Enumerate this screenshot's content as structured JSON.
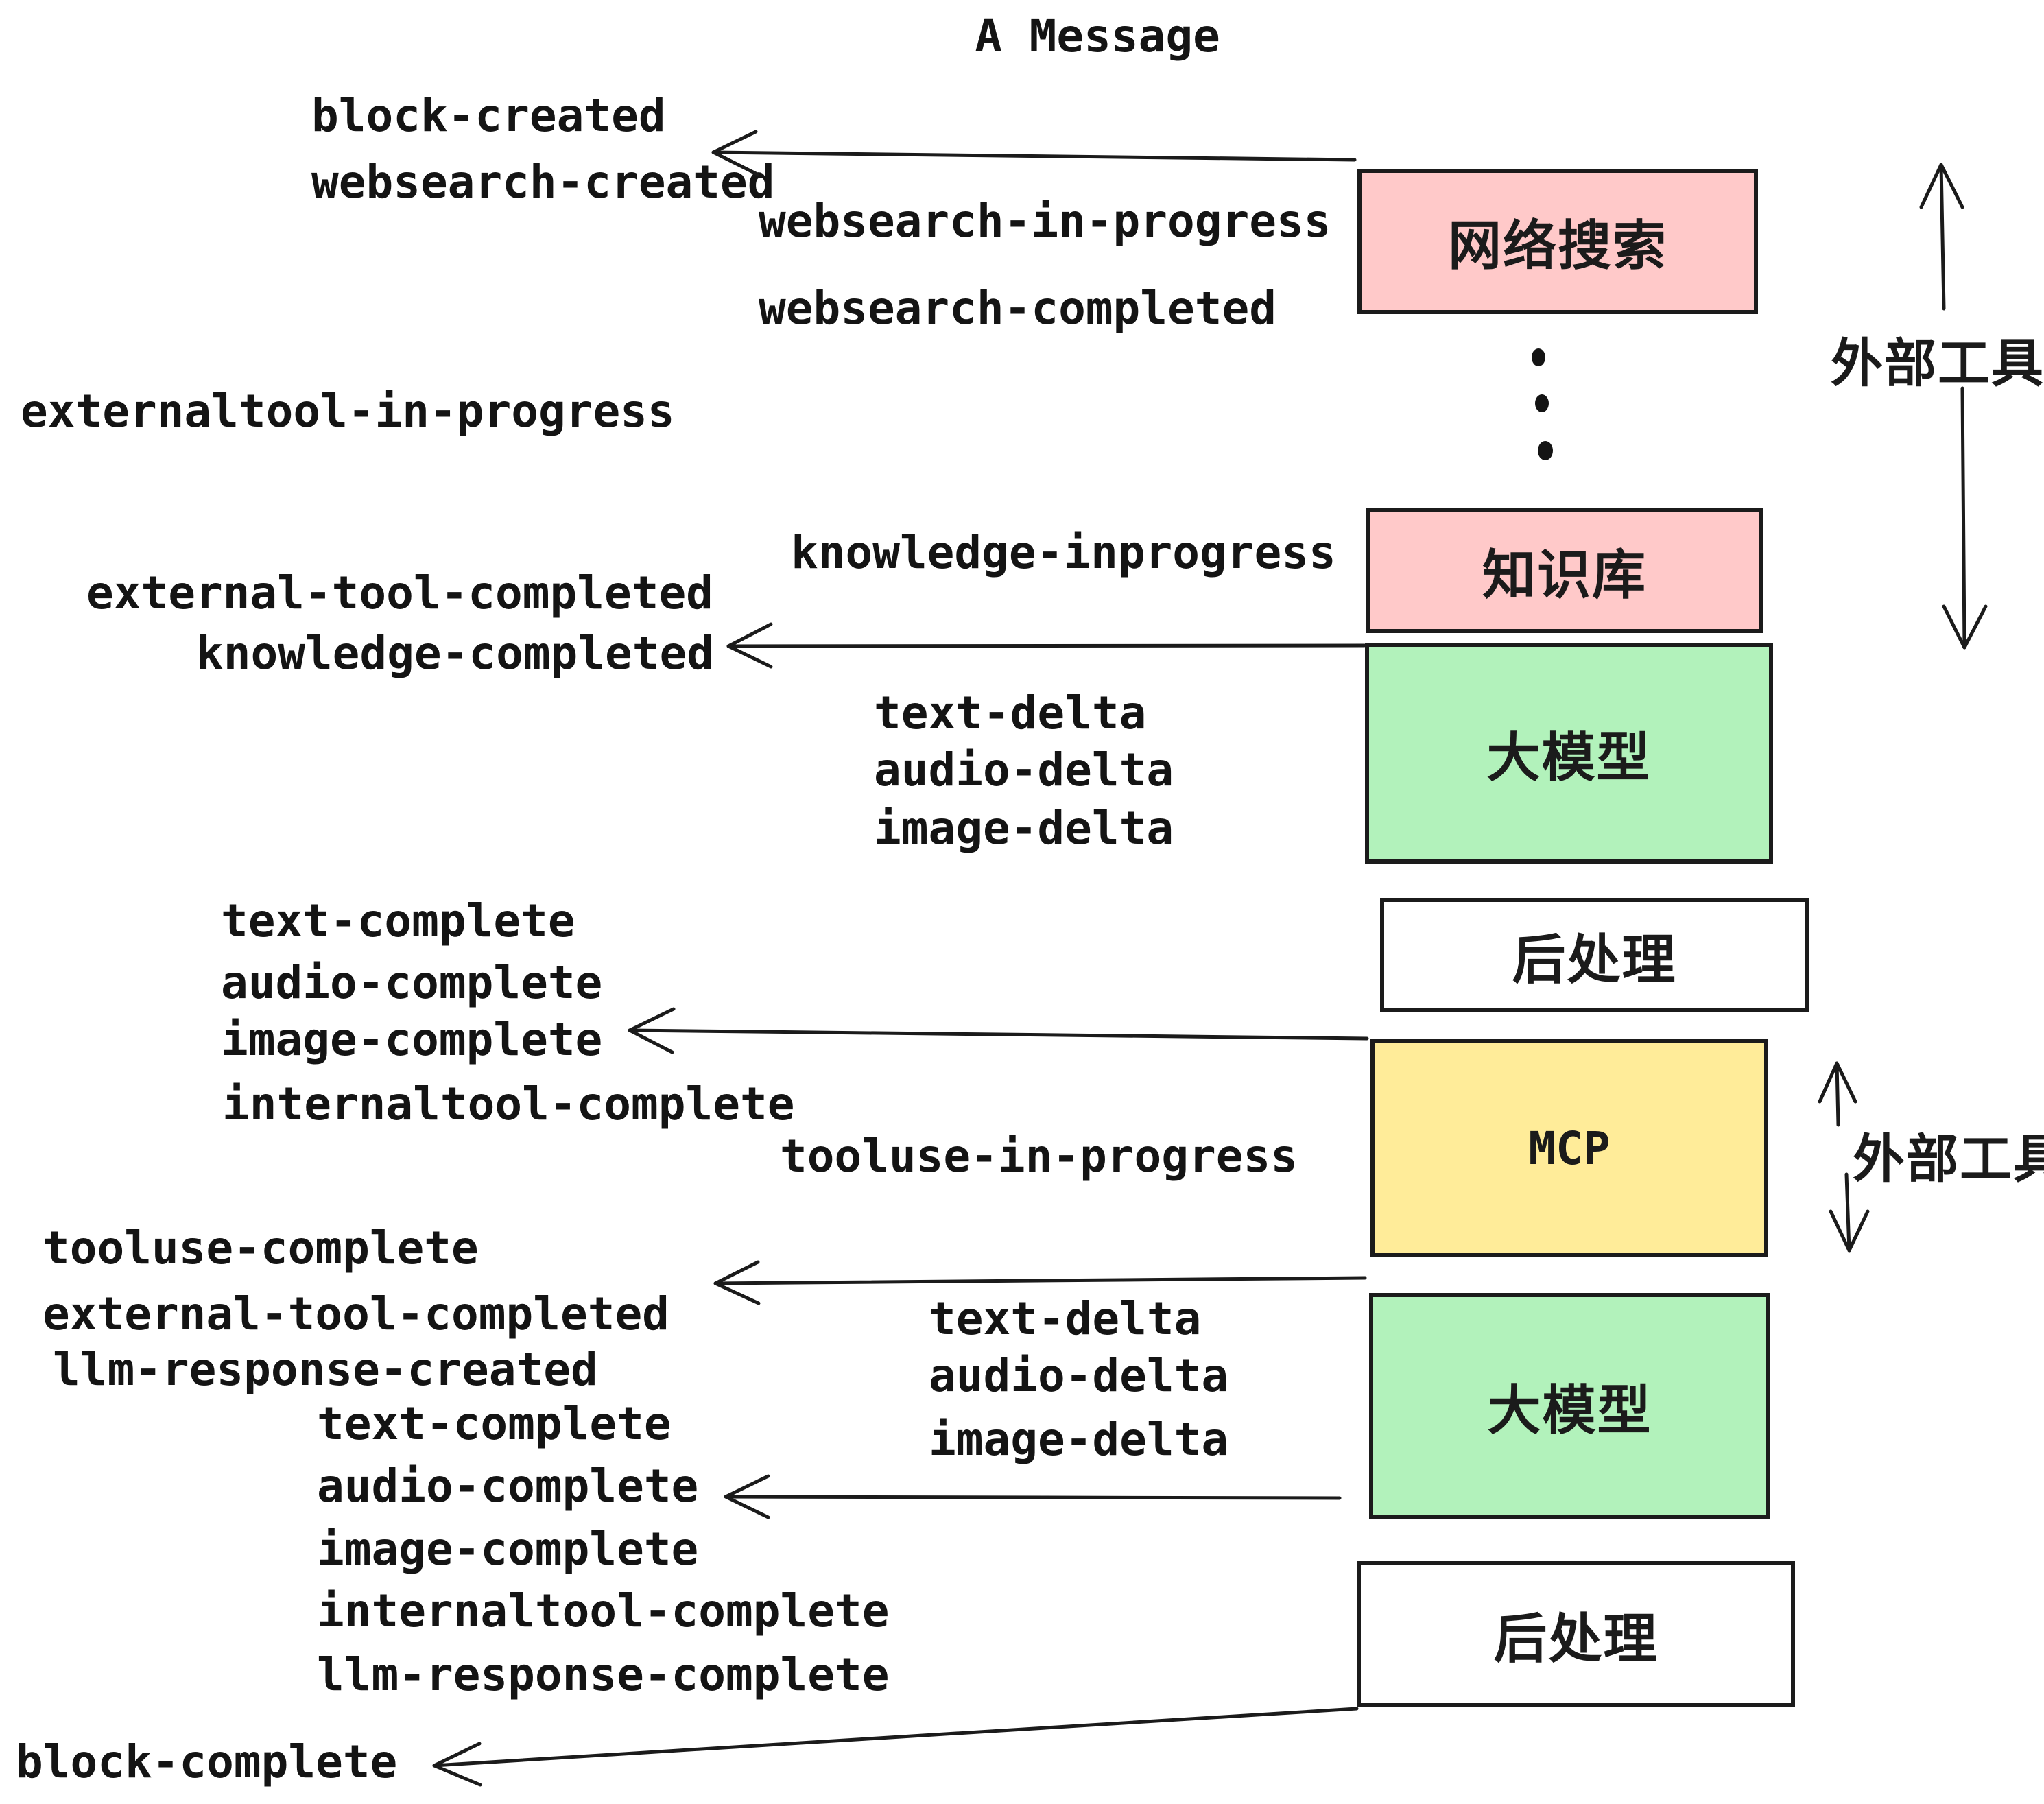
{
  "title": "A Message",
  "events": {
    "block_created": "block-created",
    "websearch_created": "websearch-created",
    "websearch_in_progress": "websearch-in-progress",
    "websearch_completed": "websearch-completed",
    "externaltool_in_progress": "externaltool-in-progress",
    "knowledge_inprogress": "knowledge-inprogress",
    "external_tool_completed": "external-tool-completed",
    "knowledge_completed": "knowledge-completed",
    "text_delta": "text-delta",
    "audio_delta": "audio-delta",
    "image_delta": "image-delta",
    "text_complete": "text-complete",
    "audio_complete": "audio-complete",
    "image_complete": "image-complete",
    "internaltool_complete": "internaltool-complete",
    "tooluse_in_progress": "tooluse-in-progress",
    "tooluse_complete": "tooluse-complete",
    "llm_response_created": "llm-response-created",
    "llm_response_complete": "llm-response-complete",
    "block_complete": "block-complete"
  },
  "boxes": {
    "websearch": {
      "label": "网络搜索"
    },
    "knowledge": {
      "label": "知识库"
    },
    "llm1": {
      "label": "大模型"
    },
    "post1": {
      "label": "后处理"
    },
    "mcp": {
      "label": "MCP"
    },
    "llm2": {
      "label": "大模型"
    },
    "post2": {
      "label": "后处理"
    }
  },
  "side": {
    "external_tools": "外部工具"
  },
  "colors": {
    "pink": "#ffc9c9",
    "green": "#b2f2bb",
    "yellow": "#ffec99",
    "white": "#ffffff",
    "ink": "#1b1b1b"
  }
}
